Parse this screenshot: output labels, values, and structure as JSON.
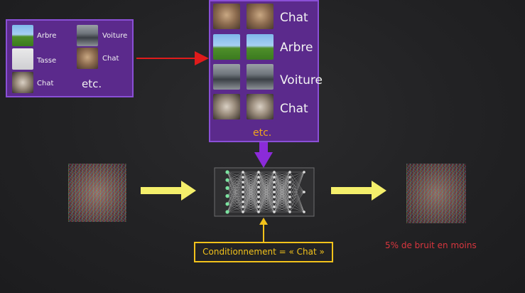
{
  "left_panel": {
    "items": [
      {
        "label": "Arbre",
        "icon": "tree-thumbnail"
      },
      {
        "label": "Voiture",
        "icon": "car-thumbnail"
      },
      {
        "label": "Tasse",
        "icon": "mug-thumbnail"
      },
      {
        "label": "Chat",
        "icon": "cat-thumbnail"
      },
      {
        "label": "Chat",
        "icon": "cat-thumbnail"
      }
    ],
    "etc": "etc."
  },
  "right_panel": {
    "rows": [
      {
        "label": "Chat",
        "icon": "cat-thumbnail"
      },
      {
        "label": "Arbre",
        "icon": "tree-thumbnail"
      },
      {
        "label": "Voiture",
        "icon": "car-thumbnail"
      },
      {
        "label": "Chat",
        "icon": "cat-thumbnail"
      }
    ],
    "etc": "etc."
  },
  "conditioning": {
    "label": "Conditionnement = « Chat »"
  },
  "caption": {
    "text": "5% de bruit en moins"
  },
  "colors": {
    "panel_purple": "#5b2a8c",
    "arrow_yellow": "#f4ef6b",
    "arrow_red": "#e01b1b",
    "arrow_purple": "#8b2bd9",
    "box_gold": "#f2c21b",
    "caption_red": "#d9363e",
    "etc_orange": "#f0a51c"
  }
}
